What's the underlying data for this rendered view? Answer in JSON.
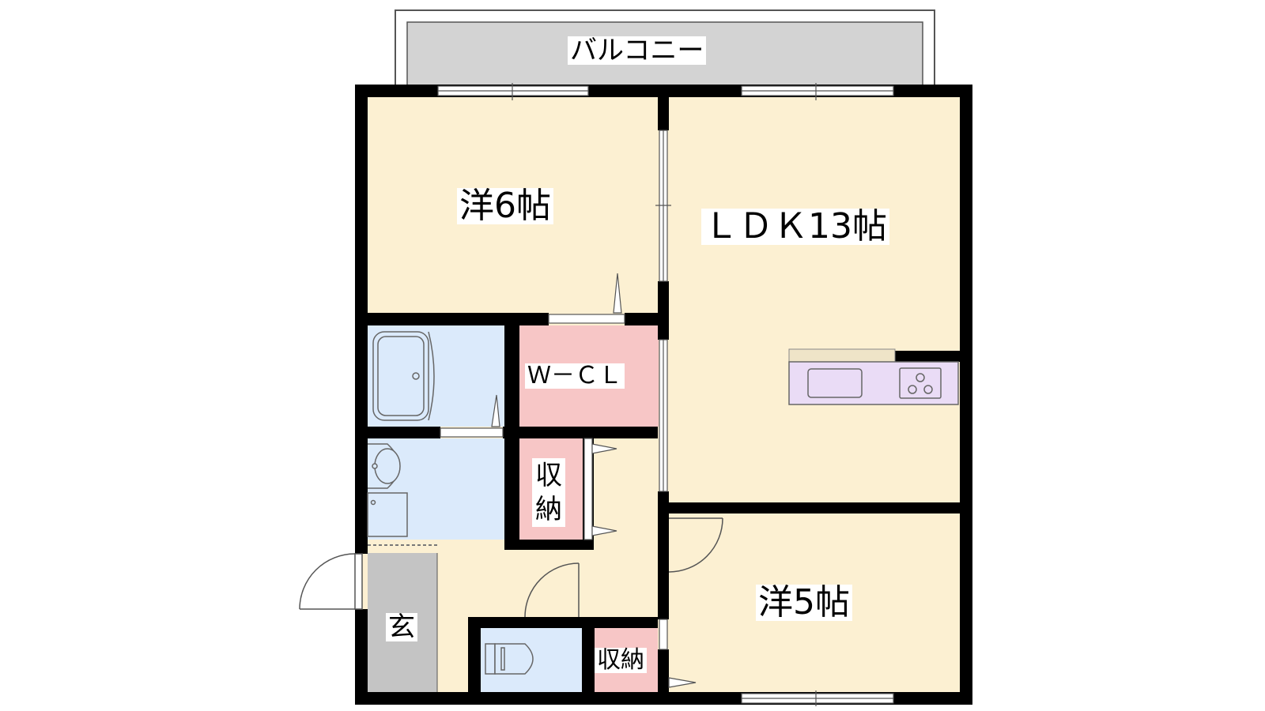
{
  "floor_plan": {
    "colors": {
      "wall": "#000000",
      "living": "#fcf0d2",
      "wet": "#dbeafb",
      "storage": "#f7c6c6",
      "entrance": "#c4c4c4",
      "balcony": "#d3d3d3",
      "kitchen": "#eadcf6",
      "counter": "#efe4c8"
    },
    "rooms": {
      "balcony": "バルコニー",
      "western_6": "洋6帖",
      "ldk": "ＬＤＫ13帖",
      "wcl": "Ｗ－ＣＬ",
      "storage_mid": "収納",
      "entrance": "玄",
      "storage_small": "収納",
      "western_5": "洋5帖"
    }
  }
}
